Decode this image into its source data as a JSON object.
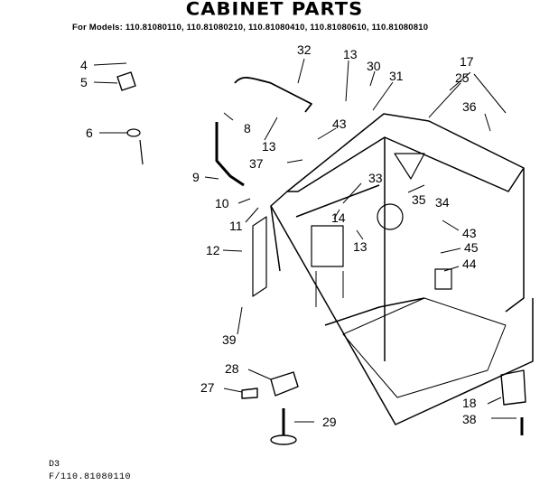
{
  "header": {
    "title": "CABINET PARTS",
    "models_line": "For Models: 110.81080110, 110.81080210, 110.81080410, 110.81080610, 110.81080810"
  },
  "footer": {
    "code": "D3",
    "reference": "F/110.81080110"
  },
  "callouts": [
    "4",
    "5",
    "6",
    "32",
    "13",
    "30",
    "31",
    "17",
    "25",
    "8",
    "36",
    "43",
    "13",
    "37",
    "9",
    "33",
    "10",
    "14",
    "35",
    "34",
    "11",
    "13",
    "43",
    "12",
    "45",
    "44",
    "39",
    "28",
    "27",
    "18",
    "29",
    "38"
  ]
}
